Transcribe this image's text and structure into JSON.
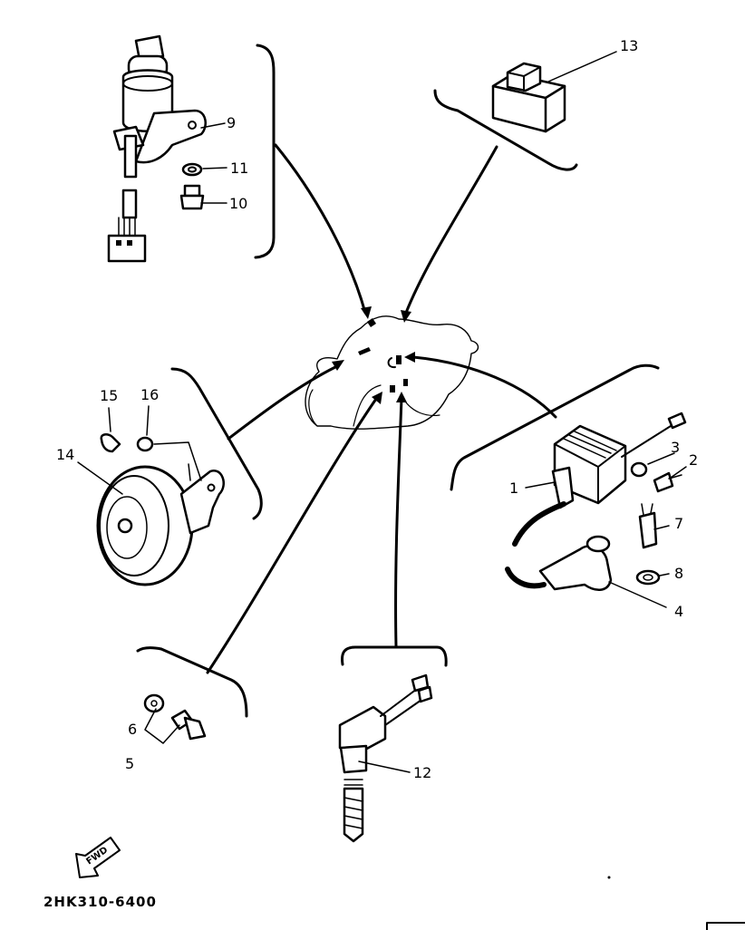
{
  "diagram_code": "2HK310-6400",
  "direction_badge": "FWD",
  "callouts": {
    "c1": "1",
    "c2": "2",
    "c3": "3",
    "c4": "4",
    "c5": "5",
    "c6": "6",
    "c7": "7",
    "c8": "8",
    "c9": "9",
    "c10": "10",
    "c11": "11",
    "c12": "12",
    "c13": "13",
    "c14": "14",
    "c15": "15",
    "c16": "16"
  }
}
